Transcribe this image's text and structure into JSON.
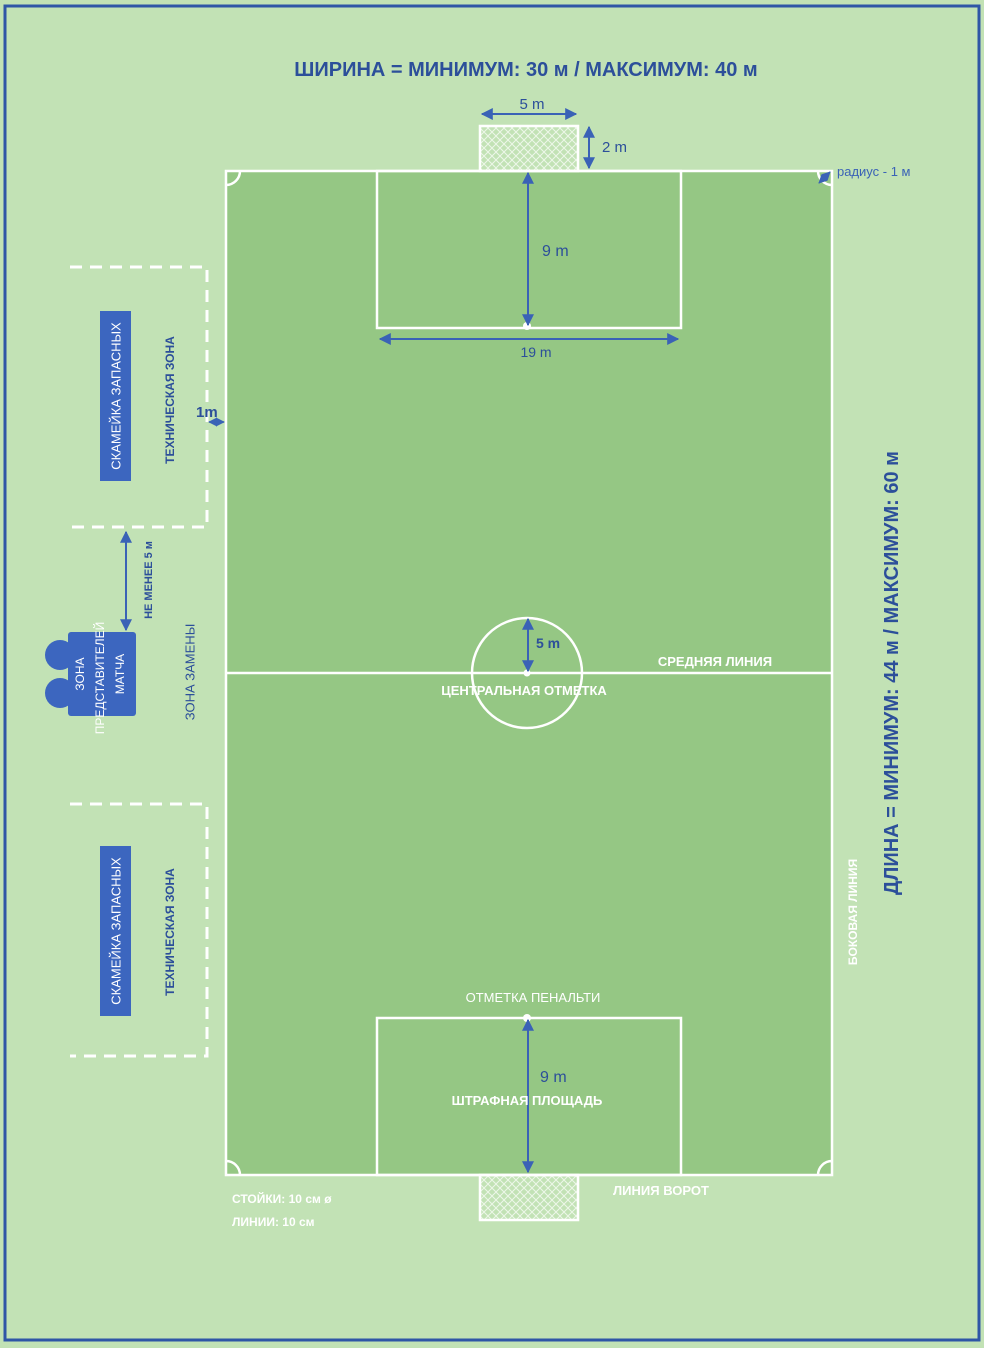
{
  "colors": {
    "background": "#c2e2b5",
    "frame": "#2f56a6",
    "field": "#95c784",
    "lines": "#ffffff",
    "dims": "#3a62b6",
    "title_text": "#2c4f9a",
    "bench": "#3c66bf"
  },
  "labels": {
    "width_title": "ШИРИНА = МИНИМУМ: 30 м / МАКСИМУМ: 40 м",
    "length_title": "ДЛИНА = МИНИМУМ: 44 м / МАКСИМУМ: 60 м",
    "goal_width": "5 m",
    "goal_depth": "2 m",
    "corner_radius": "радиус - 1 м",
    "top_area_depth": "9 m",
    "top_area_width": "19 m",
    "tech_zone_gap": "1m",
    "bench_top": "СКАМЕЙКА ЗАПАСНЫХ",
    "tech_zone_top": "ТЕХНИЧЕСКАЯ ЗОНА",
    "min_distance": "НЕ МЕНЕЕ 5 м",
    "officials_zone_1": "ЗОНА",
    "officials_zone_2": "ПРЕДСТАВИТЕЛЕЙ",
    "officials_zone_3": "МАТЧА",
    "substitution_zone": "ЗОНА ЗАМЕНЫ",
    "center_radius": "5 m",
    "halfway_line": "СРЕДНЯЯ ЛИНИЯ",
    "center_mark": "ЦЕНТРАЛЬНАЯ ОТМЕТКА",
    "bench_bottom": "СКАМЕЙКА ЗАПАСНЫХ",
    "tech_zone_bottom": "ТЕХНИЧЕСКАЯ ЗОНА",
    "touchline": "БОКОВАЯ ЛИНИЯ",
    "penalty_mark": "ОТМЕТКА ПЕНАЛЬТИ",
    "bottom_area_depth": "9 m",
    "penalty_area": "ШТРАФНАЯ ПЛОЩАДЬ",
    "goal_line": "ЛИНИЯ ВОРОТ",
    "posts_note": "СТОЙКИ: 10 см ø",
    "lines_note": "ЛИНИИ: 10 см"
  }
}
